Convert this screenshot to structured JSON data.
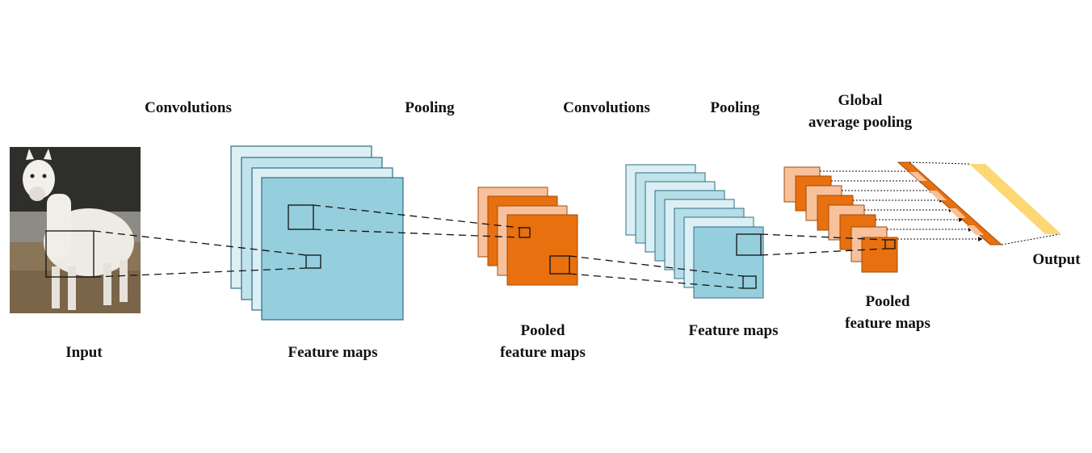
{
  "labels": {
    "convolutions_1": "Convolutions",
    "pooling_1": "Pooling",
    "convolutions_2": "Convolutions",
    "pooling_2": "Pooling",
    "global_line1": "Global",
    "global_line2": "average pooling",
    "input": "Input",
    "feature_maps_1": "Feature maps",
    "pooled_1_line1": "Pooled",
    "pooled_1_line2": "feature maps",
    "feature_maps_2": "Feature maps",
    "pooled_2_line1": "Pooled",
    "pooled_2_line2": "feature maps",
    "output": "Output"
  },
  "colors": {
    "blue": "#95cedd",
    "blue_light": "#dbeff4",
    "orange": "#e8700f",
    "orange_light": "#f7c19b",
    "yellow": "#fbd873",
    "outline": "#2f6e86"
  },
  "input_image": "alpaca-photo"
}
